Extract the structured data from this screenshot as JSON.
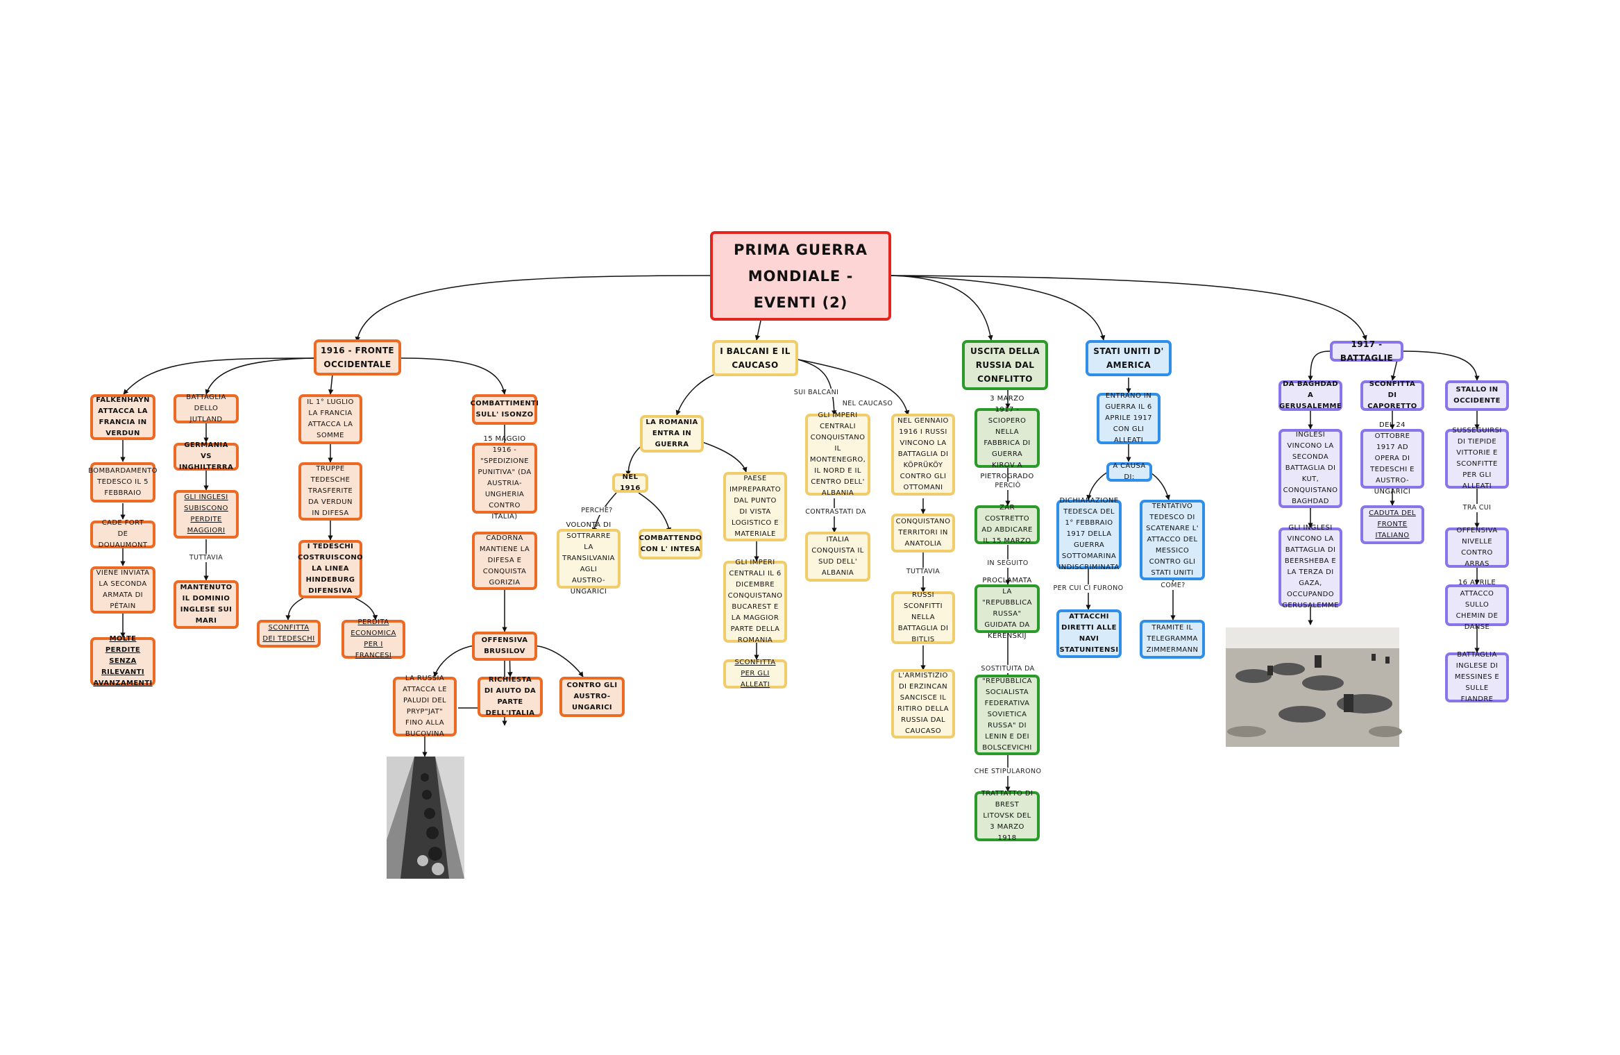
{
  "root": "PRIMA GUERRA MONDIALE - EVENTI (2)",
  "branches": {
    "fronte": {
      "title": "1916 - FRONTE OCCIDENTALE",
      "falkenhayn": "FALKENHAYN ATTACCA LA FRANCIA IN VERDUN",
      "bombardamento": "BOMBARDAMENTO TEDESCO IL 5 FEBBRAIO",
      "douaumont": "CADE FORT DE DOUAUMONT",
      "petain": "VIENE INVIATA LA SECONDA ARMATA DI PÉTAIN",
      "perdite": "MOLTE PERDITE SENZA RILEVANTI AVANZAMENTI",
      "jutland": "BATTAGLIA DELLO JUTLAND",
      "germania": "GERMANIA VS INGHILTERRA",
      "inglesi": "GLI INGLESI SUBISCONO PERDITE MAGGIORI",
      "tuttavia": "TUTTAVIA",
      "dominio": "MANTENUTO IL DOMINIO INGLESE SUI MARI",
      "somme": "IL 1° LUGLIO LA FRANCIA ATTACCA LA SOMME",
      "truppe": "TRUPPE TEDESCHE TRASFERITE DA VERDUN IN DIFESA",
      "hindeburg": "I TEDESCHI COSTRUISCONO LA LINEA HINDEBURG DIFENSIVA",
      "sconfitta_tedeschi": "SCONFITTA DEI TEDESCHI",
      "perdita_francesi": "PERDITA ECONOMICA PER I FRANCESI",
      "isonzo": "COMBATTIMENTI SULL' ISONZO",
      "spedizione": "15 MAGGIO 1916 - \"SPEDIZIONE PUNITIVA\" (DA AUSTRIA-UNGHERIA CONTRO ITALIA)",
      "cadorna": "CADORNA MANTIENE LA DIFESA E CONQUISTA GORIZIA",
      "brusilov": "OFFENSIVA BRUSILOV",
      "russia_attacca": "LA RUSSIA ATTACCA LE PALUDI DEL PRYP\"JAT\" FINO ALLA BUCOVINA",
      "richiesta": "RICHIESTA DI AIUTO DA PARTE DELL'ITALIA",
      "contro_austro": "CONTRO GLI AUSTRO-UNGARICI"
    },
    "balcani": {
      "title": "I BALCANI E IL CAUCASO",
      "romania": "LA ROMANIA ENTRA IN GUERRA",
      "nel1916": "NEL 1916",
      "perche": "PERCHÈ?",
      "volonta": "VOLONTÀ DI SOTTRARRE LA TRANSILVANIA AGLI AUSTRO-UNGARICI",
      "combattendo": "COMBATTENDO CON L' INTESA",
      "paese": "PAESE IMPREPARATO DAL PUNTO DI VISTA LOGISTICO E MATERIALE",
      "imperi_bucarest": "GLI IMPERI CENTRALI IL 6 DICEMBRE CONQUISTANO BUCAREST E LA MAGGIOR PARTE DELLA ROMANIA",
      "sconfitta_alleati": "SCONFITTA PER GLI ALLEATI",
      "sui_balcani": "SUI BALCANI",
      "imperi_montenegro": "GLI IMPERI CENTRALI CONQUISTANO IL MONTENEGRO, IL NORD E IL CENTRO DELL' ALBANIA",
      "contrastati": "CONTRASTATI DA",
      "italia_albania": "ITALIA CONQUISTA IL SUD DELL' ALBANIA",
      "nel_caucaso": "NEL CAUCASO",
      "koprukoy": "NEL GENNAIO 1916 I RUSSI VINCONO LA BATTAGLIA DI KÖPRÜKÖY CONTRO GLI OTTOMANI",
      "anatolia": "CONQUISTANO TERRITORI IN ANATOLIA",
      "tuttavia": "TUTTAVIA",
      "bitlis": "RUSSI SCONFITTI NELLA BATTAGLIA DI BITLIS",
      "erzincan": "L'ARMISTIZIO DI ERZINCAN SANCISCE IL RITIRO DELLA RUSSIA DAL CAUCASO"
    },
    "russia": {
      "title": "USCITA DELLA RUSSIA DAL CONFLITTO",
      "sciopero": "3 MARZO 1917 - SCIOPERO NELLA FABBRICA DI GUERRA KIROV A PIETROGRADO",
      "percio": "PERCIÒ",
      "zar": "ZAR COSTRETTO AD ABDICARE IL 15 MARZO",
      "in_seguito": "IN SEGUITO",
      "repubblica": "PROCLAMATA LA \"REPUBBLICA RUSSA\" GUIDATA DA KERENSKIJ",
      "sostituita": "SOSTITUITA DA",
      "sovietica": "\"REPUBBLICA SOCIALISTA FEDERATIVA SOVIETICA RUSSA\" DI LENIN E DEI BOLSCEVICHI",
      "stipularono": "CHE STIPULARONO",
      "trattato": "TRATTATTO DI BREST LITOVSK DEL 3 MARZO 1918"
    },
    "usa": {
      "title": "STATI UNITI D' AMERICA",
      "entrano": "ENTRANO IN GUERRA IL 6 APRILE 1917 CON GLI ALLEATI",
      "causa": "A CAUSA DI:",
      "dichiarazione": "DICHIARAZIONE TEDESCA DEL 1° FEBBRAIO 1917 DELLA GUERRA SOTTOMARINA INDISCRIMINATA",
      "per_cui": "PER CUI CI FURONO",
      "attacchi": "ATTACCHI DIRETTI ALLE NAVI STATUNITENSI",
      "tentativo": "TENTATIVO TEDESCO DI SCATENARE L' ATTACCO DEL MESSICO CONTRO GLI STATI UNITI",
      "come": "COME?",
      "telegramma": "TRAMITE IL TELEGRAMMA ZIMMERMANN"
    },
    "battaglie": {
      "title": "1917 - BATTAGLIE",
      "baghdad": "DA BAGHDAD A GERUSALEMME",
      "kut": "INGLESI VINCONO LA SECONDA BATTAGLIA DI KUT, CONQUISTANO BAGHDAD",
      "gaza": "GLI INGLESI VINCONO LA BATTAGLIA DI BEERSHEBA E LA TERZA DI GAZA, OCCUPANDO GERUSALEMME",
      "caporetto": "SCONFITTA DI CAPORETTO",
      "ottobre": "DEL 24 OTTOBRE 1917 AD OPERA DI TEDESCHI E AUSTRO-UNGARICI",
      "caduta": "CADUTA DEL FRONTE ITALIANO",
      "stallo": "STALLO IN OCCIDENTE",
      "susseguirsi": "SUSSEGUIRSI DI TIEPIDE VITTORIE E SCONFITTE PER GLI ALLEATI",
      "tra_cui": "TRA CUI",
      "nivelle": "OFFENSIVA NIVELLE CONTRO ARRAS",
      "danse": "16 APRILE ATTACCO SULLO CHEMIN DE DANSE",
      "messines": "BATTAGLIA INGLESE DI MESSINES E SULLE FIANDRE"
    }
  },
  "colors": {
    "root_border": "#e2261f",
    "root_fill": "#fdd5d5",
    "orange": "#ec6a24",
    "yellow": "#f1cc6b",
    "green": "#2a9a2a",
    "blue": "#2f8ee8",
    "purple": "#8a74ea"
  }
}
